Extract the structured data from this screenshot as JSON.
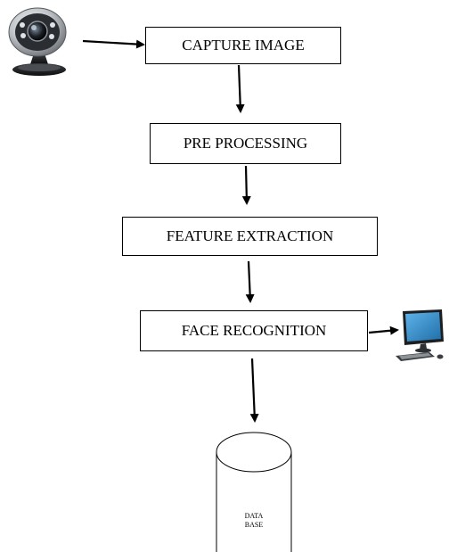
{
  "nodes": {
    "capture": "CAPTURE IMAGE",
    "pre_processing": "PRE PROCESSING",
    "feature_extraction": "FEATURE EXTRACTION",
    "face_recognition": "FACE RECOGNITION"
  },
  "database": {
    "line1": "DATA",
    "line2": "BASE"
  },
  "icons": {
    "input_device": "webcam-icon",
    "output_device": "computer-icon"
  },
  "colors": {
    "stroke": "#000000",
    "background": "#ffffff",
    "screen": "#2a86c8"
  }
}
